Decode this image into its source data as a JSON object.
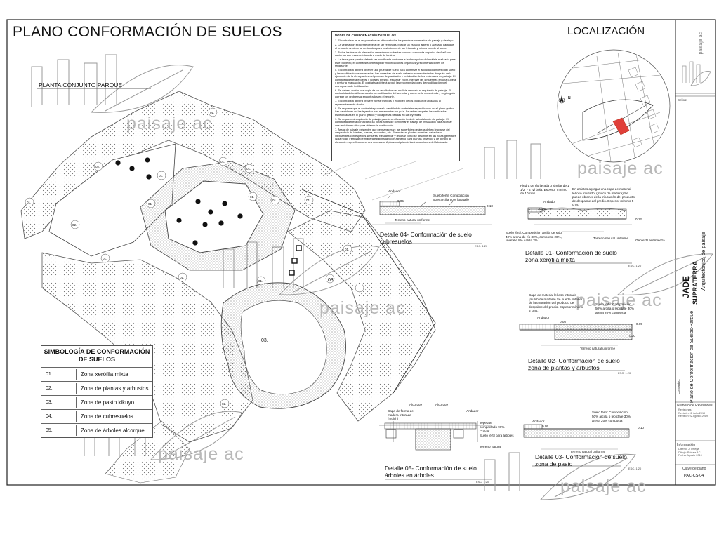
{
  "sheet": {
    "title": "PLANO CONFORMACIÓN DE SUELOS",
    "location_title": "LOCALIZACIÓN",
    "plan_label": "PLANTA CONJUNTO PARQUE",
    "north_label": "N"
  },
  "watermark": "paisaje ac",
  "notes": {
    "title": "NOTAS DE CONFORMACIÓN DE SUELOS",
    "items": [
      "1. El contratista es el responsable de obtener todos los permisos necesarios de paisaje y de riego.",
      "2. La vegetación existente deberá de ser removida, buscar un espacio abierto y aceitado para que el producto arbóreo se destruidos para posteriormente ser triturado y reincorporado al suelo.",
      "3. Todas las áreas de plantación deberán ser cubiertas con una composta orgánica de 4 a 6 cm. cubiertas con madera triturada a modo de lámina.",
      "4. La tierra para plantar deberá ser modificada conforme a la descripción del análisis realizado para este proyecto, el contratista deberá pedir modificaciones orgánicas y recomendaciones de fertilizante.",
      "5. El contratista deberá obtener una prueba de suelo para confirmar el acondicionamiento del suelo y las modificaciones necesarias. Las muestras de suelo deberán ser recolectadas después de la ejecución de la obra y antes del proceso de plantación e instalación de los materiales de paisaje. El contratista deberá excavar 4 lugares en sitio, escarbar 20cm, mezclar las 4 muestras en una cubeta y enviar a evaluación. El contratista deberá seguir las recomendaciones de modificación y el cronograma de fertilización.",
      "6. Se deberá enviar una copia de los resultados del análisis de suelo al arquitecto de paisaje. El contratista deberá llevar a cabo la modificación del suelo tal y como se le recomienda y según guía corregir los problemas encontrados en el reporte.",
      "7. El contratista deberá proveer fichas técnicas y el origen de los productos utilizados al representante de dueño.",
      "8. Se requiere que el contratista provea la cantidad de materiales especificados en el plano gráfico. Las cantidades en las leyendas son meramente una guía. Se deben respetar las cantidades especificadas en el plano gráfico y no aquellas usadas en las leyendas.",
      "9. Se requiere al arquitecto de paisaje para la certificación final de la instalación de paisaje. El contratista deberá contactarlo 48 horas antes de completar el trabajo de instalación para acordar una revisión en sitio para obtener la certificación.",
      "7. Áreas de paisaje existentes que permanecerán: las superficies de áreas deben limpiarse del desperdicio de hierbas, basura, escombro, etc. Reemplazar plantas muertas, dañadas o inexistentes con especies similares. Rescarificar y recortar como se describe en las notas generales (sola hoja). Fertilizar de manera equilibrada y con alimento para plantas orgánico y de tiempo de elevación específico como sea necesario. Aplicado siguiendo las instrucciones del fabricante."
    ]
  },
  "plan": {
    "zone_labels": [
      "01.",
      "02.",
      "02.",
      "01.",
      "01.",
      "01.",
      "01.",
      "01.",
      "01.",
      "01.",
      "01.",
      "01.",
      "03.",
      "03.",
      "01.",
      "01.",
      "02.",
      "01.",
      "01.",
      "01."
    ],
    "tree_label": "Ø"
  },
  "legend": {
    "title": "SIMBOLOGÍA DE CONFORMACIÓN DE SUELOS",
    "rows": [
      {
        "code": "01.",
        "name": "Zona xerófila mixta"
      },
      {
        "code": "02.",
        "name": "Zona de plantas y arbustos"
      },
      {
        "code": "03.",
        "name": "Zona de pasto kikuyo"
      },
      {
        "code": "04.",
        "name": "Zona de cubresuelos"
      },
      {
        "code": "05.",
        "name": "Zona de árboles alcorque"
      }
    ]
  },
  "details": {
    "d04": {
      "title": "Detalle 04- Conformación de suelo cubresuelos",
      "scale": "ESC. 1:20",
      "labels": {
        "andador": "Andador",
        "suelo": "Suelo fértil: Composición",
        "mix": "50% arcilla 50% lavatalle",
        "terreno": "Terreno natural uniforme",
        "lvl1": "0.05",
        "lvl2": "0.10"
      }
    },
    "d01": {
      "title": "Detalle 01- Conformación de suelo zona xerófila mixta",
      "scale": "ESC. 1:20",
      "labels": {
        "piedra": "Piedra de río lavada o similar de 1 1/2\" - 4\" Ø bola. Espesor mínimo de 10 cms.",
        "capa": "En arriates agregar una capa de material leñoso triturado. (mulch de madera) Se puede obtener de la trituración del producto de despalme del predio. Espesor mínimo 5 cms.",
        "andador": "Andador",
        "suelo": "Suelo fértil: Composición arcilla de sitio 40% arena de río 30%, composta 20%, lavatalle 8% caliza 2%",
        "terreno": "Terreno natural uniforme",
        "geotextil": "Geotextil antimaleza",
        "lvl1": "0.05",
        "lvl2": "0.12"
      }
    },
    "d02": {
      "title": "Detalle 02- Conformación de suelo zona de plantas y arbustos",
      "scale": "ESC. 1:20",
      "labels": {
        "capa": "Capa de material leñoso triturado (mulch de madera) Se puede obtener de la trituración del producto de despalme del predio. Espesor mínimo 5 cms.",
        "suelo": "Suelo fértil: Composición",
        "mix": "50% arcilla o lepictale 30% arena 20% composta",
        "andador": "Andador",
        "terreno": "Terreno natural uniforme",
        "lvl1": "0.05",
        "lvl2": "0.05",
        "lvl3": "0.30"
      }
    },
    "d05": {
      "title": "Detalle 05- Conformación de suelo árboles en árboles",
      "scale": "ESC. 1:20",
      "labels": {
        "alcorque1": "Alcorque",
        "alcorque2": "Alcorque",
        "capa": "Capa de forma de madera triturada (mulch)",
        "andador": "Andador",
        "tepetate": "Tepetate compactado 90% Proctor",
        "suelo": "Suelo fértil para árboles",
        "terreno": "Terreno natural"
      }
    },
    "d03": {
      "title": "Detalle 03- Conformación de suelo zona de pasto",
      "scale": "ESC. 1:20",
      "labels": {
        "suelo": "Suelo fértil: Composición",
        "mix": "50% arcilla o lepictale 30% arena 20% composta",
        "andador": "Andador",
        "terreno": "Terreno natural uniforme",
        "lvl1": "0.05",
        "lvl2": "0.10"
      }
    }
  },
  "titleblock": {
    "brand": "paisaje ac",
    "sellos": "Sellos:",
    "project": "JADE",
    "client": "SUPRATERRA",
    "firm": "Arquitectónico de paisaje",
    "contenido": "Contenido:",
    "plan_name": "Plano de Conformación de Suelos-Parque",
    "revisiones": "Número de Revisiones",
    "revisiones_small": "Revisiones\nRevisión 01 Julio 2019\nRevisión 02 Agosto 2019",
    "informacion": "Información",
    "informacion_small": "Diseñó: J. Ortega\nDibujó: Paisaje AC\nFecha: Agosto 2019",
    "clave_label": "Clave de plano",
    "clave": "PAC-CS-04"
  }
}
